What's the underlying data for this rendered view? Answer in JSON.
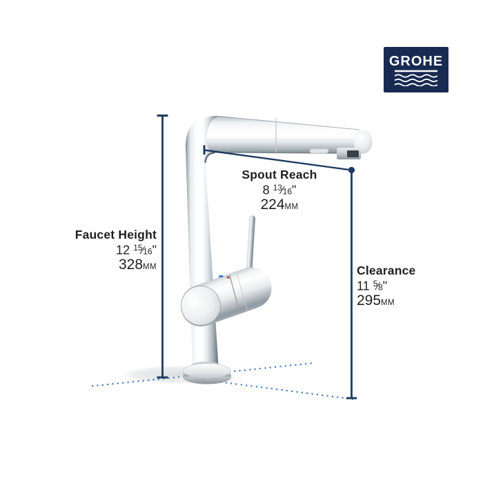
{
  "logo": {
    "brand": "GROHE",
    "bg_color": "#182a52",
    "text_color": "#ffffff"
  },
  "colors": {
    "dimension_line": "#1d3a5f",
    "dotted_line": "#3f7ec4",
    "label_text": "#1f1f1f",
    "background": "#ffffff"
  },
  "illustration": {
    "name": "chrome pull-out kitchen faucet",
    "finish": "chrome"
  },
  "dimensions": {
    "spout_reach": {
      "label": "Spout Reach",
      "inch_whole": "8",
      "fraction_numerator": "13",
      "fraction_denominator": "16",
      "inch_mark": "\"",
      "mm_value": "224",
      "mm_unit": "MM"
    },
    "faucet_height": {
      "label": "Faucet Height",
      "inch_whole": "12",
      "fraction_numerator": "15",
      "fraction_denominator": "16",
      "inch_mark": "\"",
      "mm_value": "328",
      "mm_unit": "MM"
    },
    "clearance": {
      "label": "Clearance",
      "inch_whole": "11",
      "fraction_numerator": "5",
      "fraction_denominator": "8",
      "inch_mark": "\"",
      "mm_value": "295",
      "mm_unit": "MM"
    }
  }
}
